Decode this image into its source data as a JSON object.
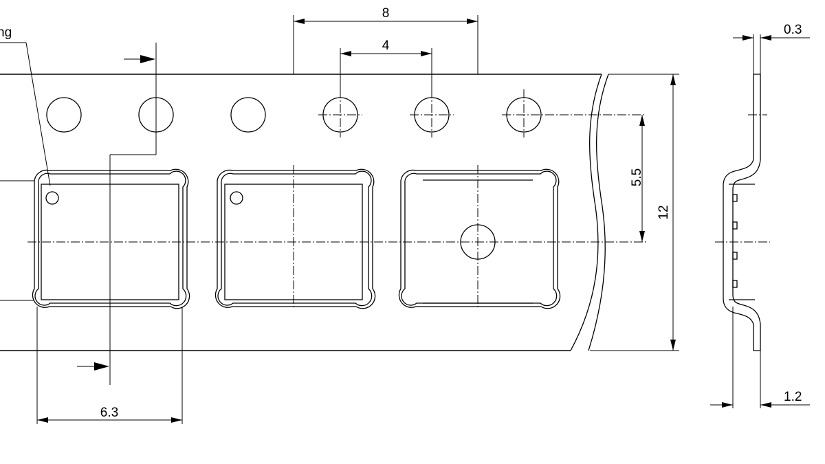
{
  "labels": {
    "marking_callout": "ng",
    "pitch": "8",
    "hole_pitch": "4",
    "pocket_width": "6.3",
    "hole_to_center": "5.5",
    "tape_width": "12",
    "tape_thickness": "0.3",
    "pocket_depth": "1.2"
  },
  "colors": {
    "line": "#000000",
    "background": "#ffffff"
  }
}
